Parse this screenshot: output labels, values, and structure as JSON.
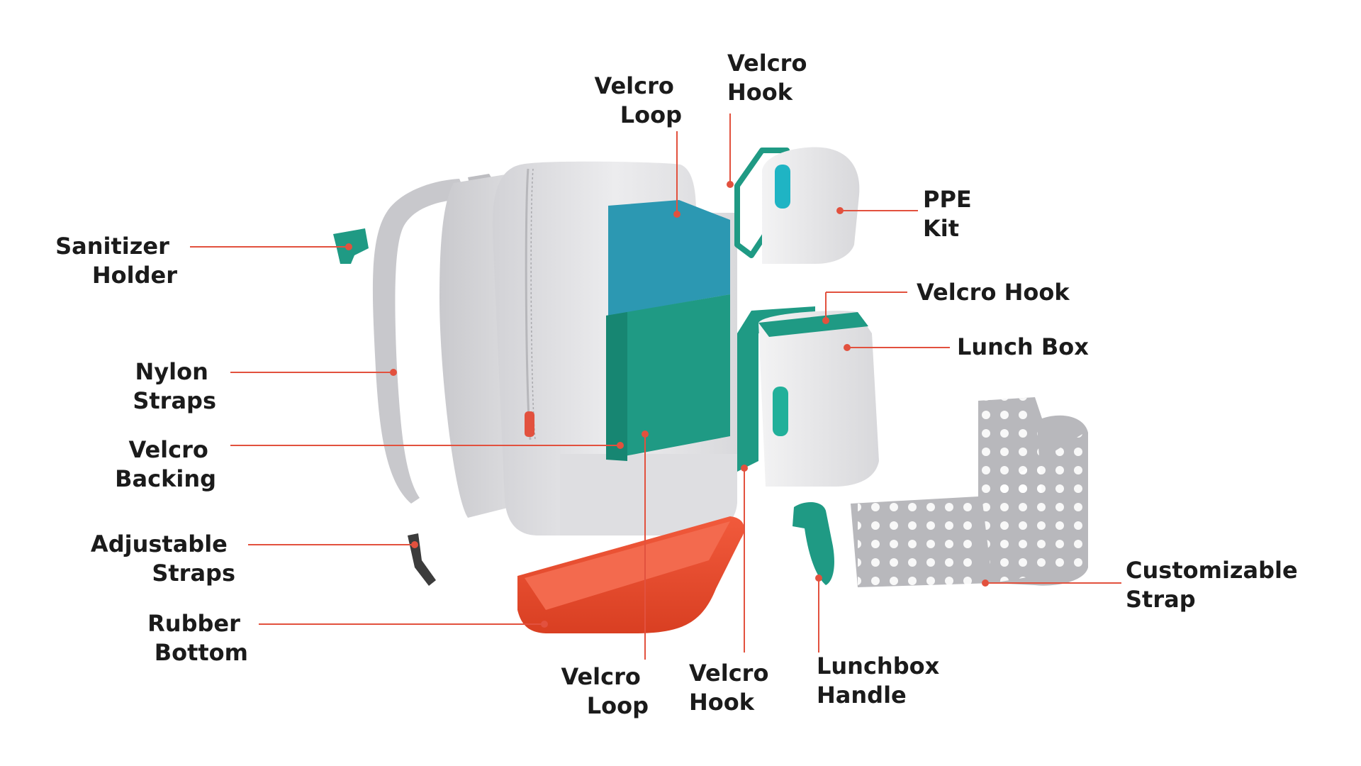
{
  "colors": {
    "accent": "#e2513e",
    "teal_felt": "#1f9a84",
    "blue_felt": "#2c98b2",
    "shell": "#e6e6e8",
    "rubber": "#e94b2c",
    "text": "#1b1b1b"
  },
  "labels": {
    "velcro_loop_top": [
      "Velcro",
      "Loop"
    ],
    "velcro_hook_top": [
      "Velcro",
      "Hook"
    ],
    "ppe_kit": [
      "PPE",
      "Kit"
    ],
    "velcro_hook_right": [
      "Velcro Hook"
    ],
    "lunch_box": [
      "Lunch Box"
    ],
    "sanitizer_holder": [
      "Sanitizer",
      "Holder"
    ],
    "nylon_straps": [
      "Nylon",
      "Straps"
    ],
    "velcro_backing": [
      "Velcro",
      "Backing"
    ],
    "adjustable_straps": [
      "Adjustable",
      "Straps"
    ],
    "rubber_bottom": [
      "Rubber",
      "Bottom"
    ],
    "velcro_loop_bottom": [
      "Velcro",
      "Loop"
    ],
    "velcro_hook_bottom": [
      "Velcro",
      "Hook"
    ],
    "lunchbox_handle": [
      "Lunchbox",
      "Handle"
    ],
    "customizable_strap": [
      "Customizable",
      "Strap"
    ]
  }
}
